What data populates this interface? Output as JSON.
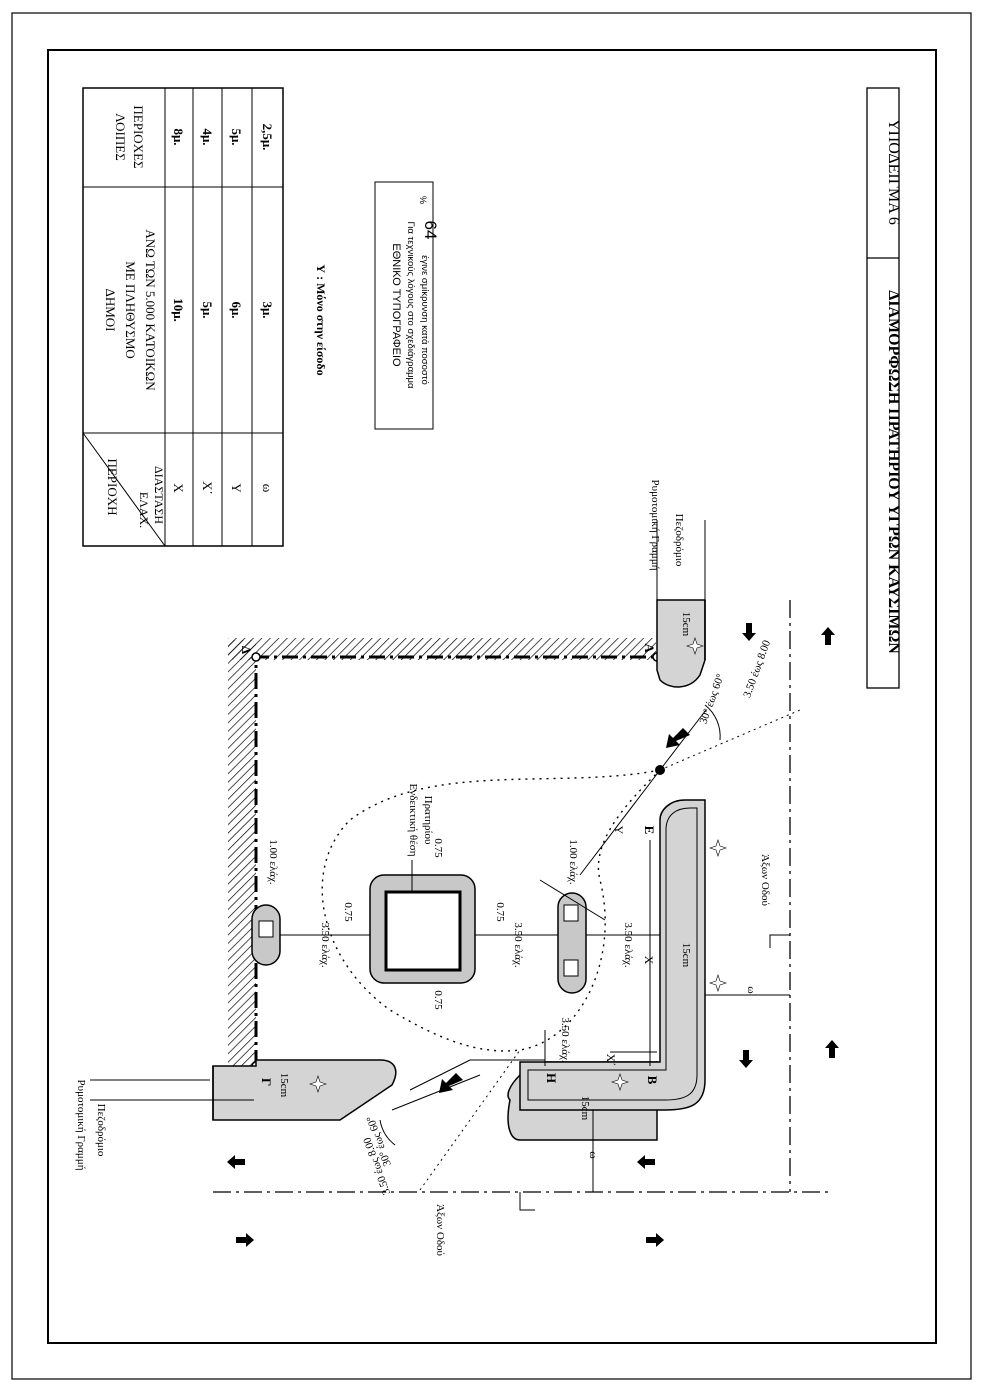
{
  "title": {
    "main": "ΔΙΑΜΟΡΦΩΣΗ ΠΡΑΤΗΡΙΟΥ ΥΓΡΩΝ ΚΑΥΣΙΜΩΝ",
    "example": "ΥΠΟΔΕΙΓΜΑ 6"
  },
  "table": {
    "corner_area": "ΠΕΡΙΟΧΗ",
    "corner_dim_1": "ΕΛΑΧ.",
    "corner_dim_2": "ΔΙΑΣΤΑΣΗ",
    "col1_line1": "ΔΗΜΟΙ",
    "col1_line2": "ΜΕ ΠΛΗΘΥΣΜΟ",
    "col1_line3": "ΑΝΩ ΤΩΝ 5.000 ΚΑΤΟΙΚΩΝ",
    "col2_line1": "ΛΟΙΠΕΣ",
    "col2_line2": "ΠΕΡΙΟΧΕΣ",
    "rows": [
      {
        "label": "X",
        "col1": "10μ.",
        "col2": "8μ."
      },
      {
        "label": "X΄",
        "col1": "5μ.",
        "col2": "4μ."
      },
      {
        "label": "Y",
        "col1": "6μ.",
        "col2": "5μ."
      },
      {
        "label": "ω",
        "col1": "3μ.",
        "col2": "2,5μ."
      }
    ]
  },
  "note_y": "Υ : Μόνο στην είσοδο",
  "stamp": {
    "title": "ΕΘΝΙΚΟ ΤΥΠΟΓΡΑΦΕΙΟ",
    "line1": "Για τεχνικούς λόγους στο σχεδιάγραμμα",
    "line2_prefix": "έγινε σμίκρυνση κατά ποσοστό",
    "percent": "64",
    "percent_sign": "%"
  },
  "plan": {
    "road_axis": "Άξων Οδού",
    "pavement": "Πεζοδρόμιο",
    "building_line": "Ρυμοτομική Γραμμή",
    "kerb_15": "15cm",
    "station_position_1": "Ενδεικτική θέση",
    "station_position_2": "Πρατηρίου",
    "dim_350_min": "3.50 ελάχ.",
    "dim_100_min": "1.00 ελάχ.",
    "dim_075": "0.75",
    "angle_30_60": "30° έως 60°",
    "width_350_800": "3.50 έως 8.00",
    "x_dim": "X",
    "x_prime_dim": "X΄",
    "y_dim": "Y",
    "omega": "ω",
    "corners": [
      "A",
      "B",
      "Γ",
      "Δ",
      "E",
      "H"
    ]
  }
}
